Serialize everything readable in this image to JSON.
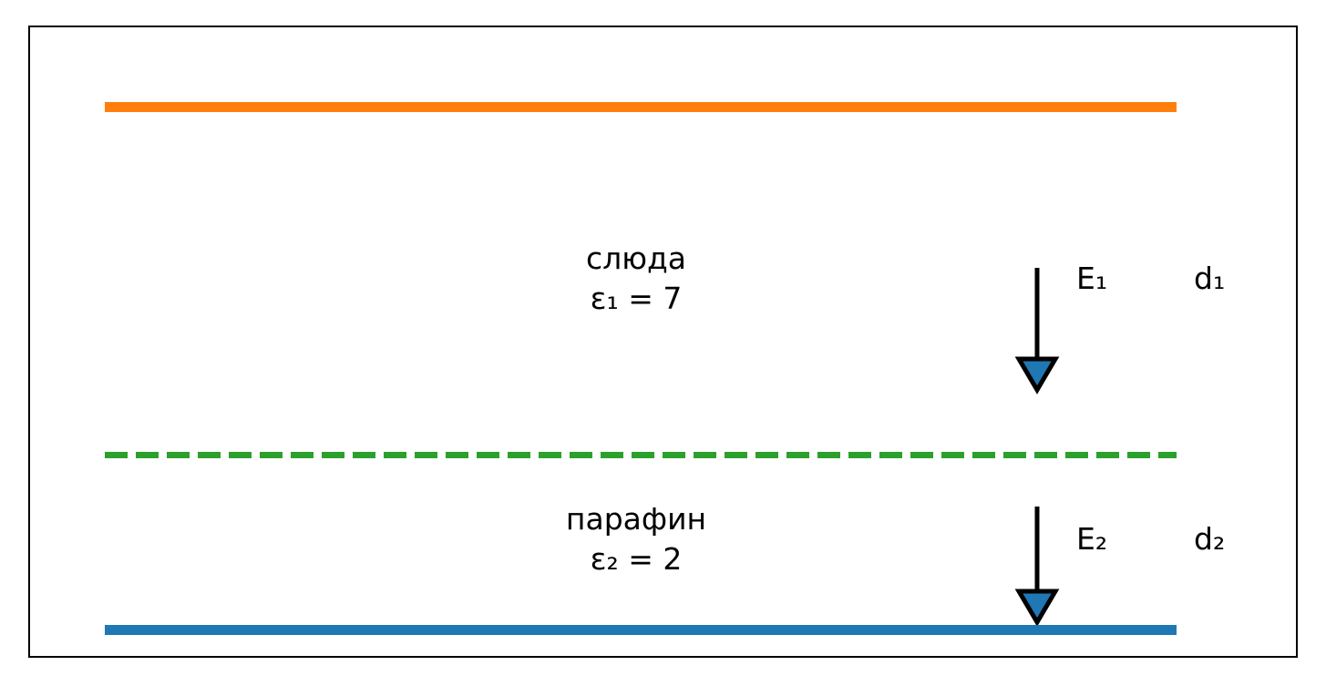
{
  "figure": {
    "type": "physics-diagram",
    "description": "Parallel plate capacitor with two dielectric layers",
    "background_color": "#ffffff",
    "border_color": "#000000"
  },
  "plates": {
    "top": {
      "name": "top-plate",
      "color": "#ff7f0e"
    },
    "bottom": {
      "name": "bottom-plate",
      "color": "#1f77b4"
    }
  },
  "interface": {
    "name": "dielectric-interface",
    "style": "dashed",
    "color": "#2ca02c"
  },
  "layers": [
    {
      "id": "layer-1",
      "material": "слюда",
      "permittivity": "ε₁ = 7",
      "field_label": "E₁",
      "thickness_label": "d₁",
      "arrow_color": "#1f77b4"
    },
    {
      "id": "layer-2",
      "material": "парафин",
      "permittivity": "ε₂ = 2",
      "field_label": "E₂",
      "thickness_label": "d₂",
      "arrow_color": "#1f77b4"
    }
  ]
}
